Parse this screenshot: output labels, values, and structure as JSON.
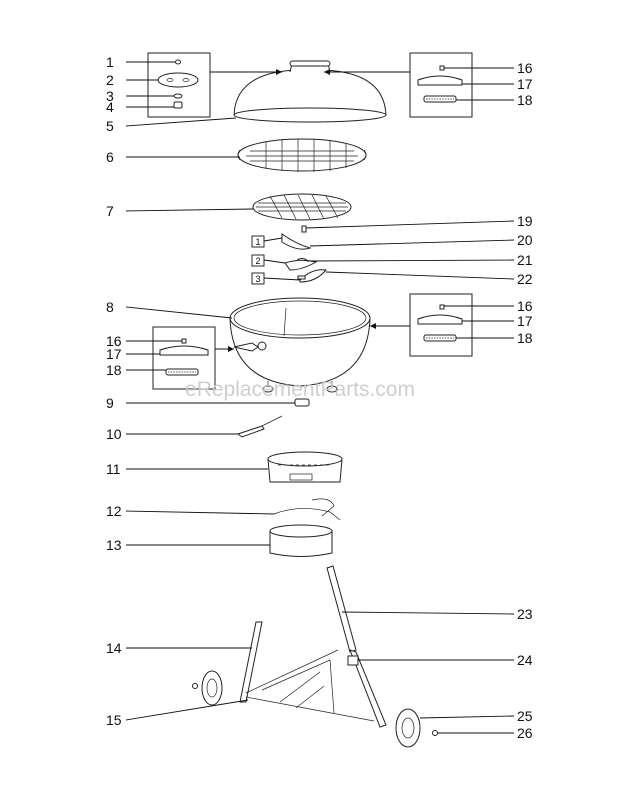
{
  "watermark": "eReplacementParts.com",
  "callouts": {
    "c1": "1",
    "c2": "2",
    "c3": "3",
    "c4": "4",
    "c5": "5",
    "c6": "6",
    "c7": "7",
    "c8": "8",
    "c9": "9",
    "c10": "10",
    "c11": "11",
    "c12": "12",
    "c13": "13",
    "c14": "14",
    "c15": "15",
    "c16a": "16",
    "c17a": "17",
    "c18a": "18",
    "c16b": "16",
    "c17b": "17",
    "c18b": "18",
    "c16c": "16",
    "c17c": "17",
    "c18c": "18",
    "c19": "19",
    "c20": "20",
    "c21": "21",
    "c22": "22",
    "c23": "23",
    "c24": "24",
    "c25": "25",
    "c26": "26"
  },
  "step_boxes": {
    "s1": "1",
    "s2": "2",
    "s3": "3"
  }
}
